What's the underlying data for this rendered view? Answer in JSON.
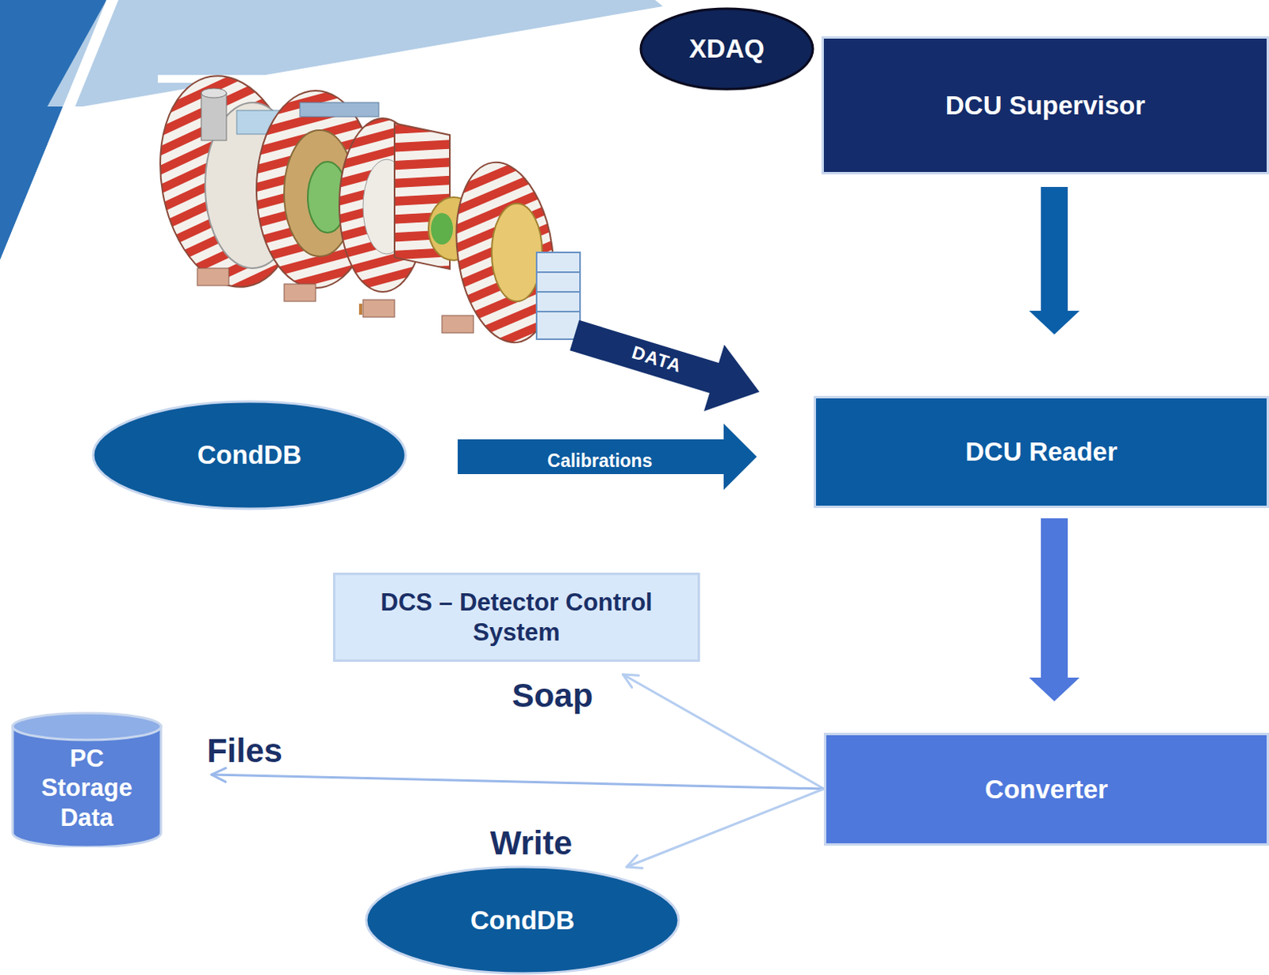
{
  "diagram": {
    "nodes": [
      {
        "text": [
          "XDAQ"
        ]
      },
      {
        "text": [
          "DCU Supervisor"
        ]
      },
      {
        "text": [
          "CondDB"
        ]
      },
      {
        "text": [
          "DCU Reader"
        ]
      },
      {
        "text": [
          "DCS – Detector Control System"
        ]
      },
      {
        "text": [
          "PC Storage Data"
        ]
      },
      {
        "text": [
          "Converter"
        ]
      },
      {
        "text": [
          "CondDB"
        ]
      }
    ],
    "edges": [
      {
        "from": 1,
        "to": 3,
        "arrow": "to"
      },
      {
        "from": 2,
        "to": 3,
        "label": "Calibrations",
        "arrow": "to"
      },
      {
        "from": 3,
        "to": 6,
        "arrow": "to"
      },
      {
        "from": 6,
        "to": 4,
        "label": "Soap",
        "arrow": "to"
      },
      {
        "from": 6,
        "to": 5,
        "label": "Files",
        "arrow": "to"
      },
      {
        "from": 6,
        "to": 7,
        "label": "Write",
        "arrow": "to"
      }
    ],
    "labels": [
      "DATA"
    ]
  }
}
